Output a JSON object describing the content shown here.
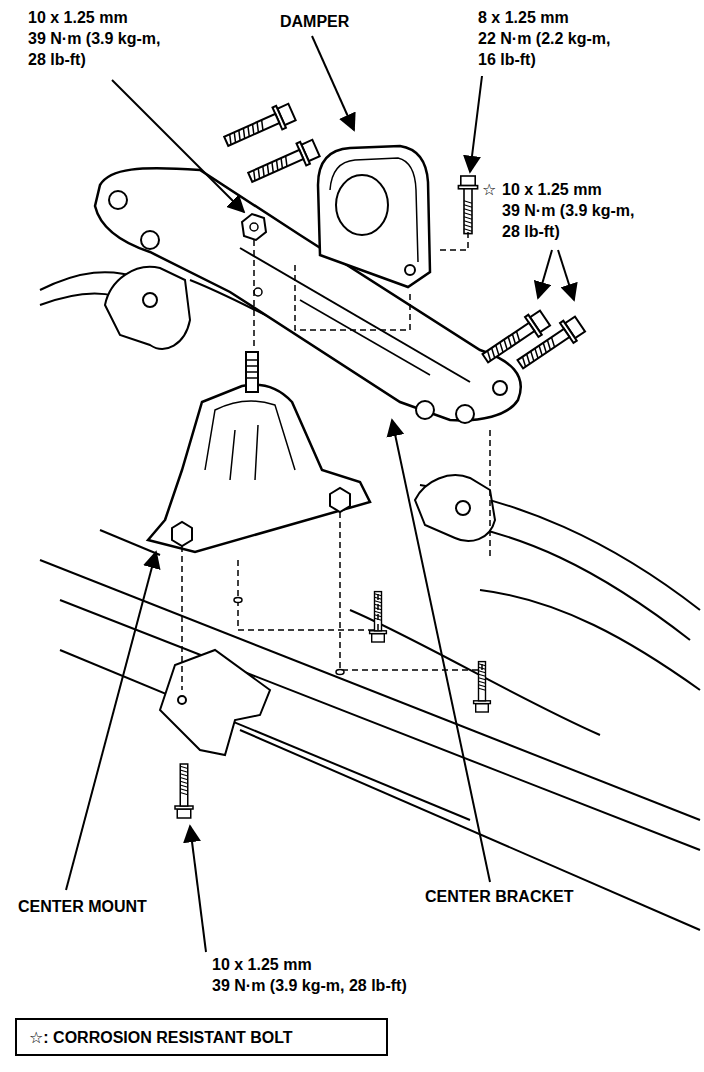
{
  "diagram": {
    "nodes": [
      {
        "text": [
          "☆: CORROSION RESISTANT BOLT"
        ]
      }
    ],
    "labels": [
      "10 x 1.25 mm",
      "39 N·m (3.9 kg-m,",
      "28 lb-ft)",
      "DAMPER",
      "8 x 1.25 mm",
      "22 N·m (2.2 kg-m,",
      "16 lb-ft)",
      "☆",
      "10 x 1.25 mm",
      "39 N·m (3.9 kg-m,",
      "28 lb-ft)",
      "CENTER MOUNT",
      "CENTER BRACKET",
      "10 x 1.25 mm",
      "39 N·m (3.9 kg-m, 28 lb-ft)"
    ]
  }
}
